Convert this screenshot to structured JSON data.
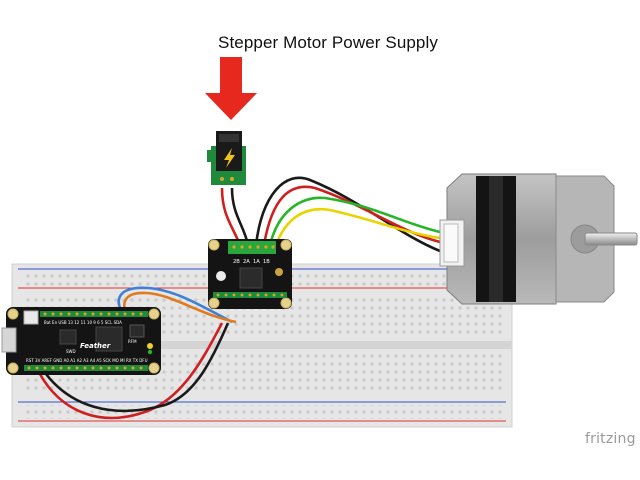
{
  "title": "Stepper Motor Power Supply",
  "watermark": "fritzing",
  "feather": {
    "label": "Feather",
    "header_top": "Bat En USB 13 12 11 10 9 6 5 SCL SDA",
    "header_bottom": "RST 3V AREF GND A0 A1 A2 A3 A4 A5 SCK MO MI RX TX DFU",
    "chip_labels": [
      "RFM",
      "SWD"
    ]
  },
  "driver": {
    "header_labels": [
      "2B",
      "2A",
      "1A",
      "1B"
    ]
  },
  "colors": {
    "wire_red": "#d01f1f",
    "wire_black": "#1a1a1a",
    "wire_green": "#26b526",
    "wire_yellow": "#e8d400",
    "wire_blue": "#3f7fd6",
    "wire_orange": "#e07a1f",
    "arrow": "#e6281e",
    "pcb_green": "#1f8a3c",
    "board_black": "#141414",
    "motor_grey": "#a9a9a9"
  }
}
